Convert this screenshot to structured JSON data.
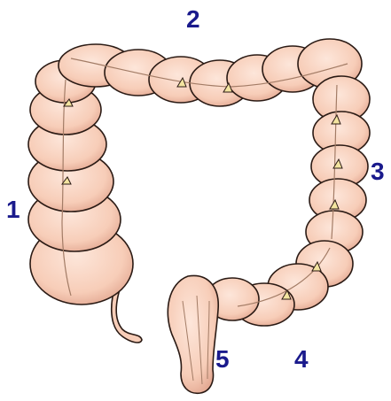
{
  "labels": {
    "l1": "1",
    "l2": "2",
    "l3": "3",
    "l4": "4",
    "l5": "5"
  },
  "colors": {
    "tissue": "#f7cdb8",
    "tissue_dark": "#e3a892",
    "outline": "#2a1a14",
    "fat": "#f3e4a0",
    "label": "#1a1a8c"
  }
}
